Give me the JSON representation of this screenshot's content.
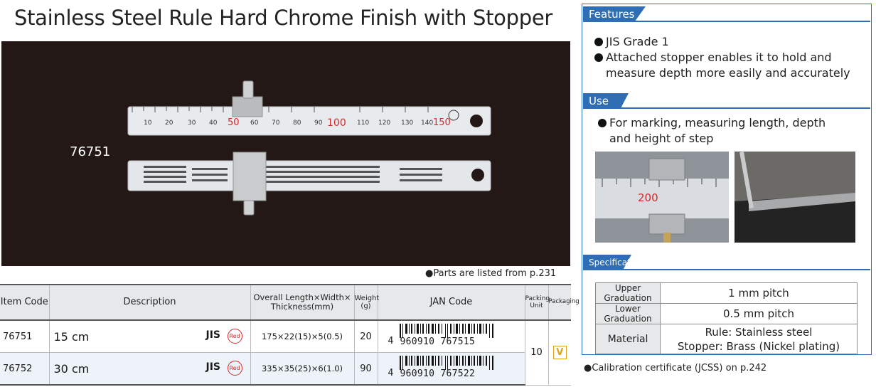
{
  "page": {
    "title": "Stainless Steel Rule Hard Chrome Finish with Stopper",
    "photo_code": "76751",
    "parts_note": "●Parts are listed from p.231",
    "calibration_note": "●Calibration certificate (JCSS) on p.242"
  },
  "ruler_marks": {
    "upper": [
      "50",
      "100",
      "150"
    ],
    "use_photo": [
      "200"
    ]
  },
  "table": {
    "headers": {
      "item_code": "Item Code",
      "description": "Description",
      "dimensions": "Overall Length×Width× Thickness(mm)",
      "weight": "Weight (g)",
      "jan": "JAN Code",
      "packing_unit": "Packing Unit",
      "packaging": "Packaging"
    },
    "rows": [
      {
        "code": "76751",
        "length": "15 cm",
        "jis": "JIS",
        "red": "Red",
        "dims": "175×22(15)×5(0.5)",
        "weight": "20",
        "jan_lead": "4",
        "jan_rest": "960910 767515"
      },
      {
        "code": "76752",
        "length": "30 cm",
        "jis": "JIS",
        "red": "Red",
        "dims": "335×35(25)×6(1.0)",
        "weight": "90",
        "jan_lead": "4",
        "jan_rest": "960910 767522"
      }
    ],
    "packing_unit": "10",
    "packaging_mark": "V"
  },
  "features": {
    "heading": "Features",
    "items": [
      "JIS Grade 1",
      "Attached stopper enables it to hold and",
      "measure depth more easily and accurately"
    ]
  },
  "use": {
    "heading": "Use",
    "line1": "For marking, measuring length, depth",
    "line2": "and height of step"
  },
  "specifications": {
    "heading": "Specifications",
    "rows": [
      {
        "key": "Upper Graduation",
        "value": "1 mm pitch"
      },
      {
        "key": "Lower Graduation",
        "value": "0.5 mm pitch"
      },
      {
        "key": "Material",
        "value": "Rule: Stainless steel",
        "value2": "Stopper: Brass (Nickel plating)"
      }
    ]
  },
  "colors": {
    "accent_blue": "#2f6db5",
    "photo_bg": "#231816",
    "red_mark": "#d42a2a",
    "packaging_badge": "#e0a41c"
  }
}
